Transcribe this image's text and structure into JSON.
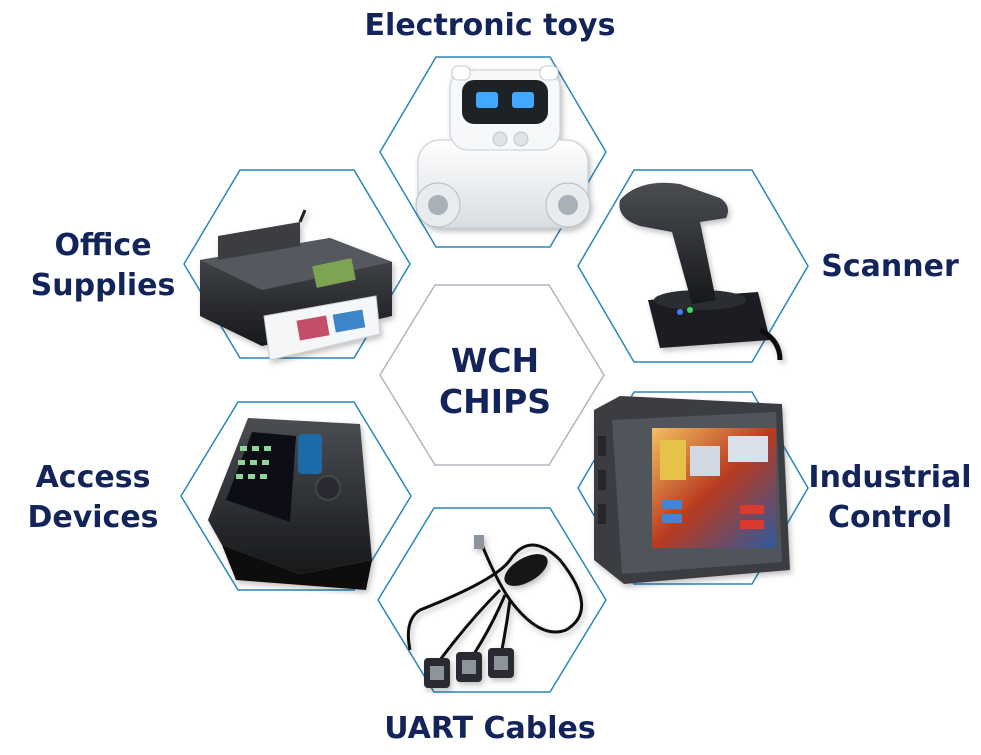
{
  "center": {
    "line1": "WCH",
    "line2": "CHIPS"
  },
  "applications": [
    {
      "id": "toys",
      "label": "Electronic toys",
      "icon": "robot-toy-icon"
    },
    {
      "id": "scanner",
      "label": "Scanner",
      "icon": "barcode-scanner-icon"
    },
    {
      "id": "industrial",
      "line1": "Industrial",
      "line2": "Control",
      "icon": "hmi-touch-panel-icon"
    },
    {
      "id": "uart",
      "label": "UART Cables",
      "icon": "serial-cable-icon"
    },
    {
      "id": "access",
      "line1": "Access",
      "line2": "Devices",
      "icon": "access-terminal-icon"
    },
    {
      "id": "office",
      "line1": "Office",
      "line2": "Supplies",
      "icon": "printer-icon"
    }
  ],
  "colors": {
    "text": "#13245a",
    "hex_border": "#2a86b8",
    "center_border": "#b0b6c2"
  }
}
